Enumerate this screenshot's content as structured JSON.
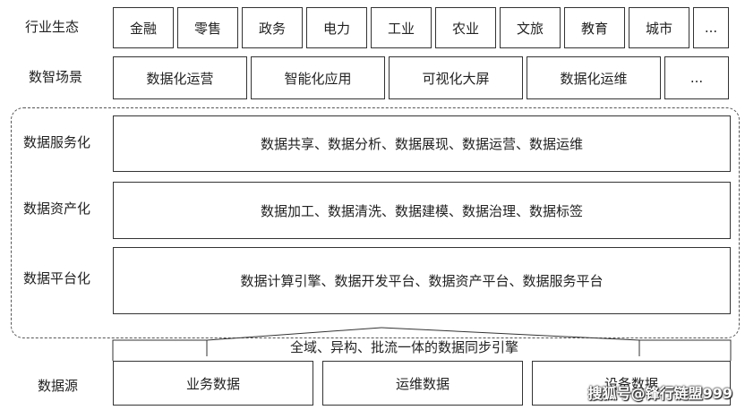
{
  "rows": {
    "industry": {
      "label": "行业生态",
      "items": [
        "金融",
        "零售",
        "政务",
        "电力",
        "工业",
        "农业",
        "文旅",
        "教育",
        "城市",
        "..."
      ]
    },
    "scenes": {
      "label": "数智场景",
      "items": [
        "数据化运营",
        "智能化应用",
        "可视化大屏",
        "数据化运维",
        "..."
      ]
    },
    "service": {
      "label": "数据服务化",
      "content": "数据共享、数据分析、数据展现、数据运营、数据运维"
    },
    "asset": {
      "label": "数据资产化",
      "content": "数据加工、数据清洗、数据建模、数据治理、数据标签"
    },
    "platform": {
      "label": "数据平台化",
      "content": "数据计算引擎、数据开发平台、数据资产平台、数据服务平台"
    },
    "sync": {
      "content": "全域、异构、批流一体的数据同步引擎"
    },
    "source": {
      "label": "数据源",
      "items": [
        "业务数据",
        "运维数据",
        "设备数据"
      ]
    }
  },
  "watermark": "搜狐号@锋行链盟999"
}
